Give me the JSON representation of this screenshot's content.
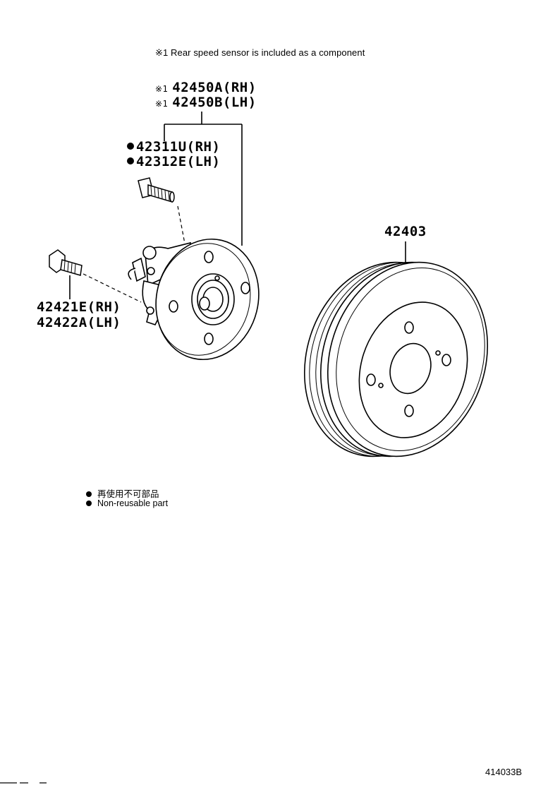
{
  "header_note": "※1 Rear speed sensor is included as a component",
  "parts": {
    "hub_rh": {
      "mark": "※1",
      "number": "42450A(RH)"
    },
    "hub_lh": {
      "mark": "※1",
      "number": "42450B(LH)"
    },
    "stud_rh": "42311U(RH)",
    "stud_lh": "42312E(LH)",
    "bolt_rh": "42421E(RH)",
    "bolt_lh": "42422A(LH)",
    "drum": "42403"
  },
  "legend": {
    "ja": "再使用不可部品",
    "en": "Non-reusable part"
  },
  "figure_code": "414033B"
}
